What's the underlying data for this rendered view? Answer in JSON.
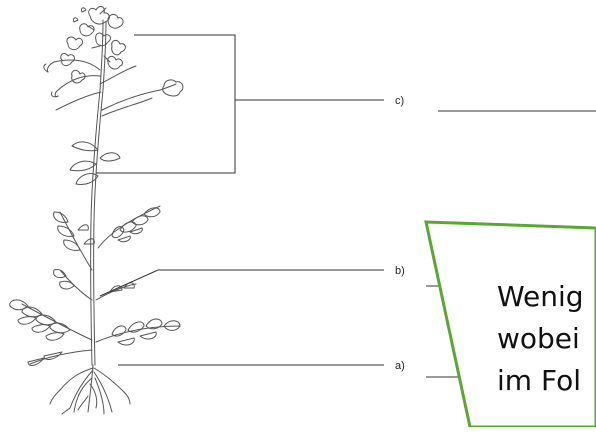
{
  "diagram": {
    "labels": [
      {
        "id": "c",
        "text": "c)"
      },
      {
        "id": "b",
        "text": "b)"
      },
      {
        "id": "a",
        "text": "a)"
      }
    ]
  },
  "callout": {
    "lines": [
      "Wenig",
      "wobei",
      "im Fol"
    ],
    "border_color": "#5aa832"
  }
}
